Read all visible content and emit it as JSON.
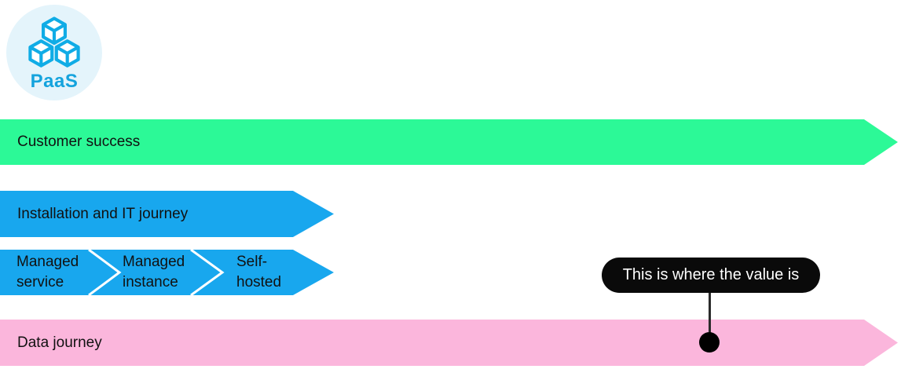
{
  "logo": {
    "label": "PaaS",
    "icon": "cubes-icon"
  },
  "bands": {
    "customer_success": {
      "label": "Customer success",
      "color": "#2cf997"
    },
    "installation": {
      "label": "Installation and IT journey",
      "color": "#18a7ee"
    },
    "deployment": {
      "color": "#18a7ee",
      "segments": [
        {
          "label": "Managed\nservice"
        },
        {
          "label": "Managed\ninstance"
        },
        {
          "label": "Self-\nhosted"
        }
      ]
    },
    "data_journey": {
      "label": "Data journey",
      "color": "#fbb6dc"
    }
  },
  "callout": {
    "label": "This is where the value is",
    "bg": "#0a0a0a",
    "text_color": "#ffffff",
    "connector_color": "#2b2b2b",
    "dot_color": "#000000"
  },
  "colors": {
    "logo_bg": "#e4f4fb",
    "logo_blue": "#10ace6",
    "band_text": "#111111"
  }
}
